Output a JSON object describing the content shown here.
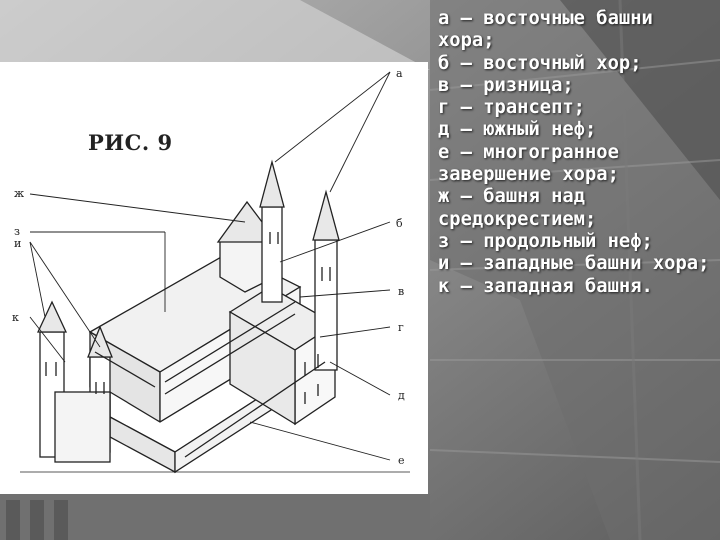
{
  "figure": {
    "title": "РИС. 9",
    "callouts": [
      "а",
      "б",
      "в",
      "г",
      "д",
      "е",
      "ж",
      "з",
      "и",
      "к"
    ]
  },
  "legend": [
    "а — восточные башни хора;",
    "б — восточный хор;",
    "в — ризница;",
    "г — трансепт;",
    "д — южный неф;",
    "е — многогранное завершение хора;",
    "ж — башня над средокрестием;",
    "з — продольный неф;",
    "и — западные башни хора;",
    "к — западная башня."
  ],
  "colors": {
    "legend_text": "#ffffff",
    "backdrop": "#8f8f8f",
    "ink": "#222222"
  }
}
